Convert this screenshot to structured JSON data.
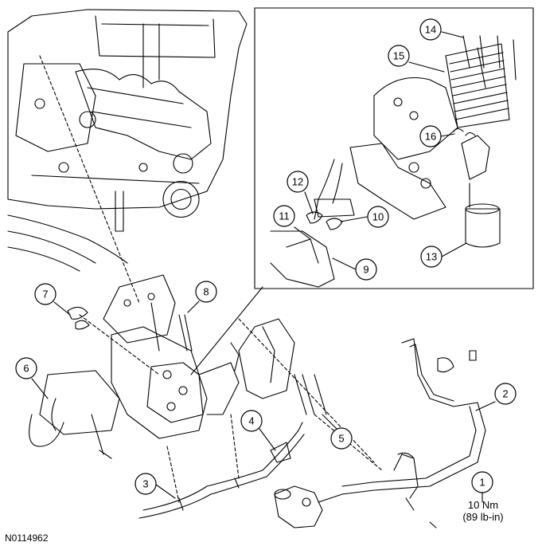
{
  "figure_id": "N0114962",
  "callouts": [
    {
      "label": "1"
    },
    {
      "label": "2"
    },
    {
      "label": "3"
    },
    {
      "label": "4"
    },
    {
      "label": "5"
    },
    {
      "label": "6"
    },
    {
      "label": "7"
    },
    {
      "label": "8"
    },
    {
      "label": "9"
    },
    {
      "label": "10"
    },
    {
      "label": "11"
    },
    {
      "label": "12"
    },
    {
      "label": "13"
    },
    {
      "label": "14"
    },
    {
      "label": "15"
    },
    {
      "label": "16"
    }
  ],
  "torque_spec": {
    "line1": "10 Nm",
    "line2": "(89 lb-in)"
  }
}
